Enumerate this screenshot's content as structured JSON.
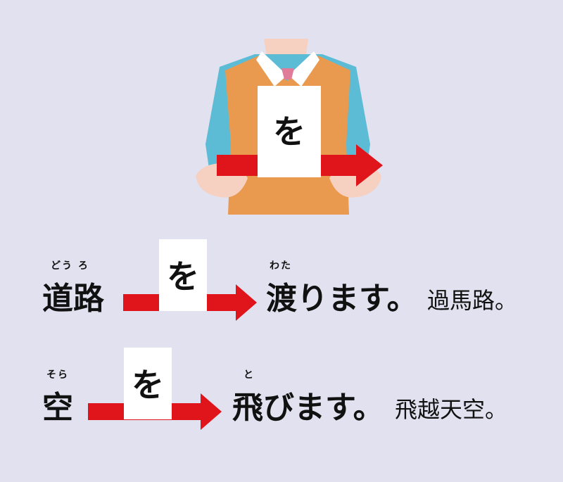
{
  "illustration": {
    "card_char": "を",
    "colors": {
      "vest": "#e99a4f",
      "shirt": "#5cbcd5",
      "arrow": "#e0141b",
      "skin": "#f6d0c0"
    }
  },
  "sentences": [
    {
      "noun": "道路",
      "noun_reading": "どう ろ",
      "particle": "を",
      "verb": "渡ります。",
      "verb_reading": "わた",
      "translation": "過馬路。"
    },
    {
      "noun": "空",
      "noun_reading": "そら",
      "particle": "を",
      "verb": "飛びます。",
      "verb_reading": "と",
      "translation": "飛越天空。"
    }
  ]
}
